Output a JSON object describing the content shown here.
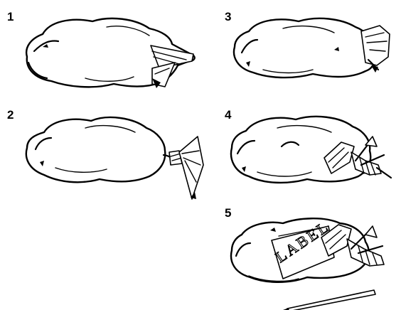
{
  "steps": [
    {
      "number": "1"
    },
    {
      "number": "2"
    },
    {
      "number": "3"
    },
    {
      "number": "4"
    },
    {
      "number": "5"
    }
  ],
  "label_text": "LABEL",
  "colors": {
    "ink": "#000000",
    "paper": "#ffffff"
  }
}
